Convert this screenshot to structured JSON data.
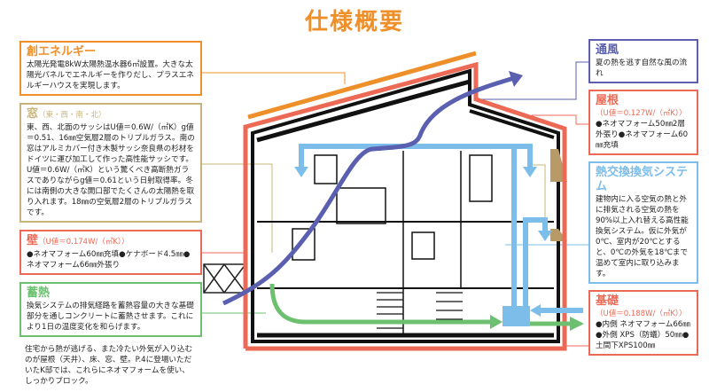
{
  "title": "仕様概要",
  "boxes": {
    "energy": {
      "heading": "創エネルギー",
      "body": "太陽光発電8kW太陽熱温水器6㎡設置。大きな太陽光パネルでエネルギーを作りだし、プラスエネルギーハウスを実現します。"
    },
    "window": {
      "heading": "窓",
      "sub": "（東・西・南・北）",
      "body": "東、西、北面のサッシはU値＝0.6W/（㎡K）g値＝0.51、16㎜空気層2層のトリプルガラス。南の窓はアルミカバー付き木製サッシ奈良県の杉材をドイツに運び加工して作った高性能サッシです。U値＝0.6W/（㎡K）という驚くべき高断熱ガラスでありながらg値＝0.61という日射取得率。冬には南側の大きな開口部でたくさんの太陽熱を取り入れます。18㎜の空気層2層のトリプルガラスです。"
    },
    "wall": {
      "heading": "壁",
      "sub": "（U値＝0.174W/（㎡K））",
      "body": "●ネオマフォーム60㎜充填●ケナボード4.5㎜●ネオマフォーム66㎜外張り"
    },
    "storage": {
      "heading": "蓄熱",
      "body": "換気システムの排気経路を蓄熱容量の大きな基礎部分を通しコンクリートに蓄熱させます。これにより1日の温度変化を和らげます。"
    },
    "ventilation": {
      "heading": "通風",
      "body": "夏の熱を逃す自然な風の流れ"
    },
    "roof": {
      "heading": "屋根",
      "sub": "（U値＝0.127W/（㎡K））",
      "body": "●ネオマフォーム50㎜2層外張り●ネオマフォーム60㎜充填"
    },
    "heat_exchange": {
      "heading": "熱交換換気システム",
      "body": "建物内に入る空気の熱と外に排気される空気の熱を90%以上入れ替える高性能換気システム。仮に外気が0℃、室内が20℃とすると、0℃の外気を18℃まで温めて室内に取り込みます。"
    },
    "foundation": {
      "heading": "基礎",
      "sub": "（U値＝0.188W/（㎡K））",
      "body": "●内側 ネオマフォーム66㎜●外側 XPS（防蟻）50㎜●土間下XPS100㎜"
    }
  },
  "footer": "住宅から熱が逃げる、また冷たい外気が入り込むのが屋根（天井）、床、窓、壁。P.4に登場いただいたK邸では、これらにネオマフォームを使い、しっかりブロック。",
  "colors": {
    "orange": "#ef8f2a",
    "tan": "#c8b47a",
    "salmon": "#ec6a55",
    "green": "#6cc070",
    "purple": "#5a5fb0",
    "lightblue": "#7dbde9"
  }
}
